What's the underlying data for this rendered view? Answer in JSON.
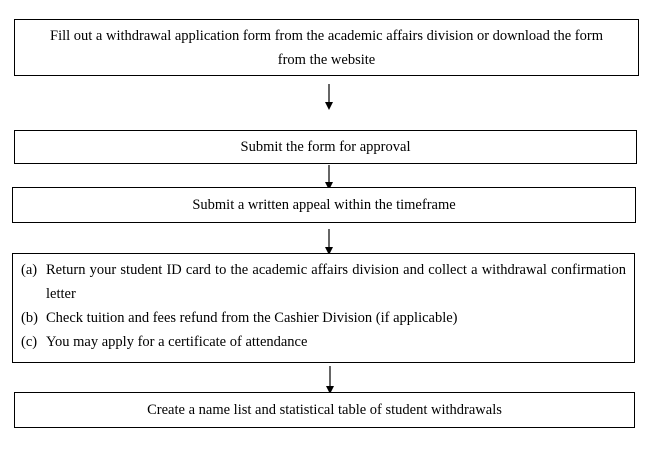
{
  "steps": [
    {
      "text": "Fill out a withdrawal application form from the academic affairs division or download the form from the website"
    },
    {
      "text": "Submit the form for approval"
    },
    {
      "text": "Submit a written appeal within the timeframe"
    },
    {
      "items": [
        {
          "marker": "(a)",
          "text": "Return your student ID card to the academic affairs division and collect a withdrawal confirmation letter"
        },
        {
          "marker": "(b)",
          "text": "Check tuition and fees refund from the Cashier Division (if applicable)"
        },
        {
          "marker": "(c)",
          "text": "You may apply for a certificate of attendance"
        }
      ]
    },
    {
      "text": "Create a name list and statistical table of student withdrawals"
    }
  ]
}
